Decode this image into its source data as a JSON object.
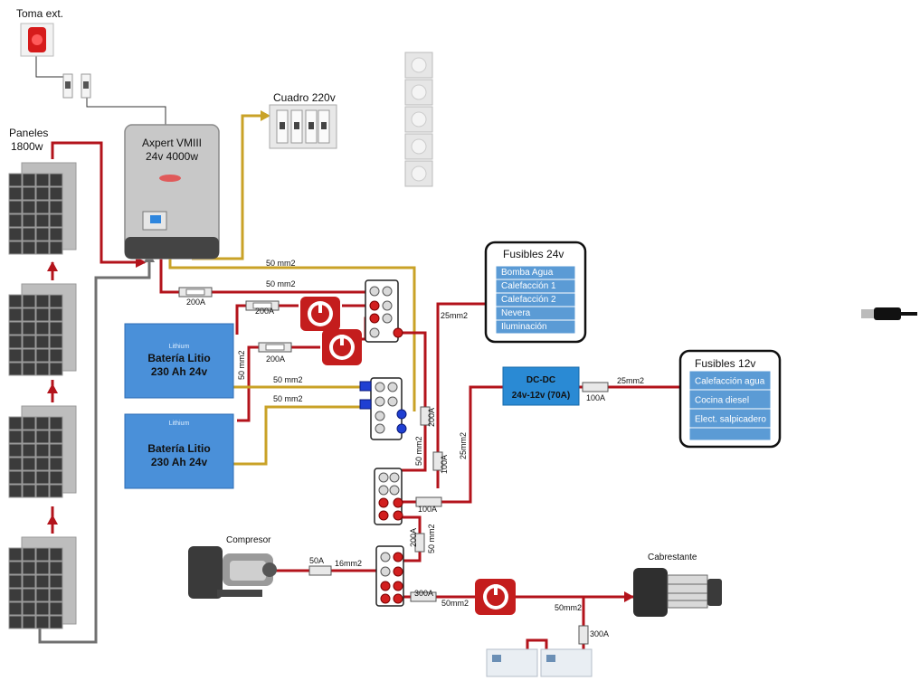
{
  "labels": {
    "toma_ext": "Toma ext.",
    "paneles_line1": "Paneles",
    "paneles_line2": "1800w",
    "inverter_line1": "Axpert VMIII",
    "inverter_line2": "24v 4000w",
    "cuadro": "Cuadro 220v",
    "fusibles24": "Fusibles 24v",
    "fusibles12": "Fusibles 12v",
    "dcdc_line1": "DC-DC",
    "dcdc_line2": "24v-12v (70A)",
    "bat_brand": "Lithium",
    "bat_line1": "Batería Litio",
    "bat_line2": "230 Ah 24v",
    "compresor": "Compresor",
    "cabrestante": "Cabrestante"
  },
  "fuses24": [
    "Bomba Agua",
    "Calefacción 1",
    "Calefacción 2",
    "Nevera",
    "Iluminación"
  ],
  "fuses12": [
    "Calefacción agua",
    "Cocina diesel",
    "Elect. salpicadero"
  ],
  "wire_labels": {
    "w50_top1": "50 mm2",
    "w50_top2": "50 mm2",
    "f200_a": "200A",
    "f200_b": "200A",
    "f200_c": "200A",
    "w50_vert": "50 mm2",
    "w50_b1": "50 mm2",
    "w50_b2": "50 mm2",
    "w25_a": "25mm2",
    "f200_v": "200A",
    "w50_v2": "50 mm2",
    "f100_v": "100A",
    "w25_v": "25mm2",
    "f100_h": "100A",
    "f100_dc": "100A",
    "w25_b": "25mm2",
    "f200_v2": "200A",
    "w50_v3": "50 mm2",
    "f50": "50A",
    "w16": "16mm2",
    "f300_a": "300A",
    "w50_c": "50mm2",
    "w50_d": "50mm2",
    "f300_b": "300A"
  },
  "colors": {
    "positive": "#b3131b",
    "negative": "#c9a227",
    "solar": "#707070",
    "fuse_list": "#5b9bd5",
    "battery": "#4a90d9"
  }
}
